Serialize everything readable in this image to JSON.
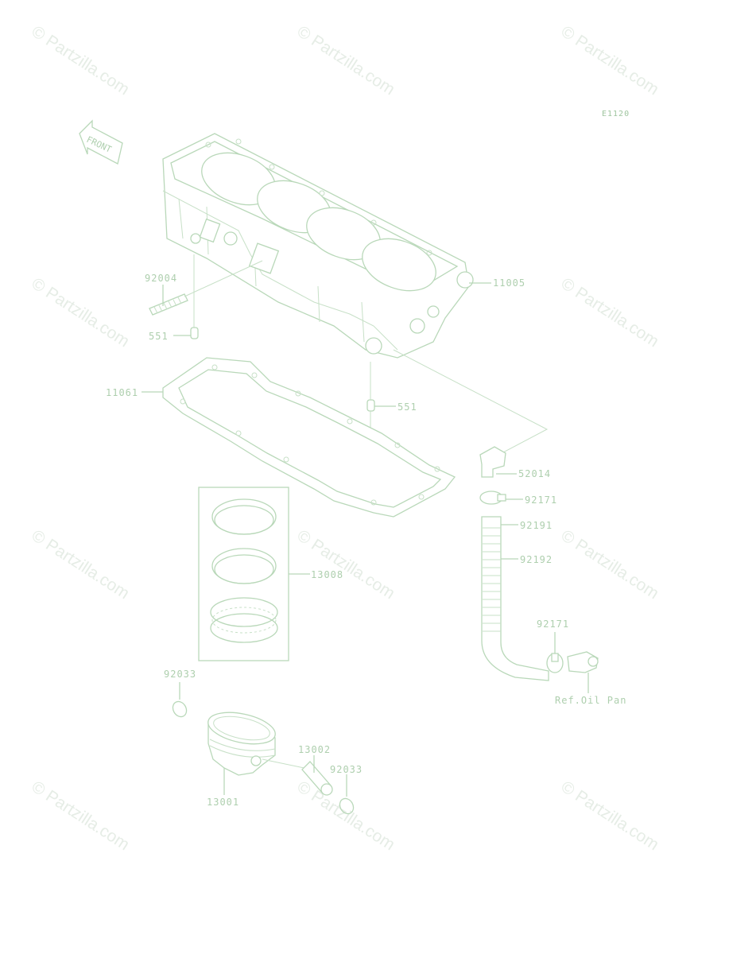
{
  "watermark": "© Partzilla.com",
  "diagram_code": "E1120",
  "front_marker": "FRONT",
  "labels": {
    "p11005": "11005",
    "p92004": "92004",
    "p551a": "551",
    "p551b": "551",
    "p11061": "11061",
    "p52014": "52014",
    "p92171a": "92171",
    "p92191": "92191",
    "p92192": "92192",
    "p13008": "13008",
    "p92171b": "92171",
    "ref_oil_pan": "Ref.Oil Pan",
    "p92033a": "92033",
    "p13002": "13002",
    "p92033b": "92033",
    "p13001": "13001"
  },
  "colors": {
    "line": "#b9d8b9",
    "text": "#aecfae",
    "watermark": "#e6ede6"
  }
}
